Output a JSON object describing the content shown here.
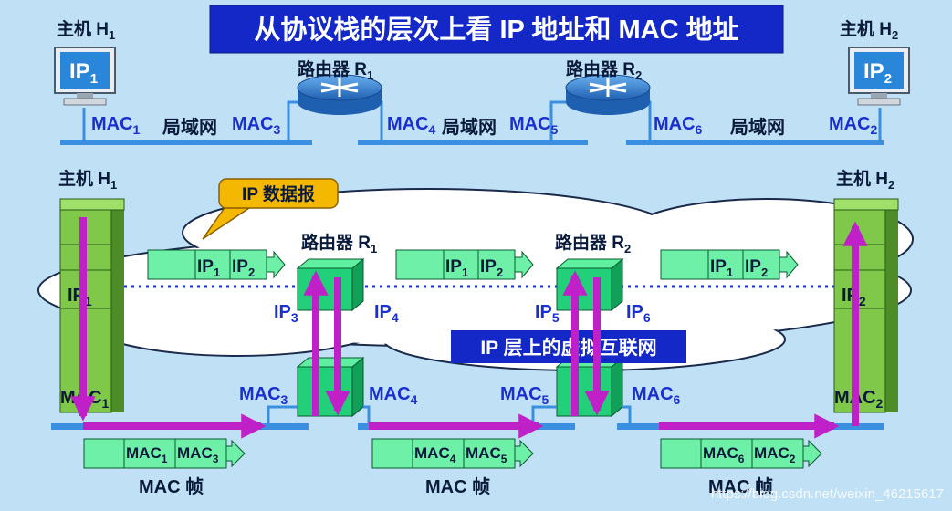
{
  "title": "从协议栈的层次上看 IP 地址和 MAC 地址",
  "top": {
    "host1": {
      "label": "主机 H",
      "sub": "1",
      "screen": "IP",
      "screen_sub": "1"
    },
    "host2": {
      "label": "主机 H",
      "sub": "2",
      "screen": "IP",
      "screen_sub": "2"
    },
    "router1": {
      "label": "路由器 R",
      "sub": "1"
    },
    "router2": {
      "label": "路由器 R",
      "sub": "2"
    },
    "mac": [
      {
        "text": "MAC",
        "sub": "1"
      },
      {
        "text": "MAC",
        "sub": "3"
      },
      {
        "text": "MAC",
        "sub": "4"
      },
      {
        "text": "MAC",
        "sub": "5"
      },
      {
        "text": "MAC",
        "sub": "6"
      },
      {
        "text": "MAC",
        "sub": "2"
      }
    ],
    "lan": [
      "局域网",
      "局域网",
      "局域网"
    ]
  },
  "bottom": {
    "host1": {
      "label": "主机 H",
      "sub": "1"
    },
    "host2": {
      "label": "主机 H",
      "sub": "2"
    },
    "router1": {
      "label": "路由器 R",
      "sub": "1"
    },
    "router2": {
      "label": "路由器 R",
      "sub": "2"
    },
    "callout": "IP 数据报",
    "virtual_net": "IP 层上的虚拟互联网",
    "ip_labels": [
      {
        "text": "IP",
        "sub": "1"
      },
      {
        "text": "IP",
        "sub": "3"
      },
      {
        "text": "IP",
        "sub": "4"
      },
      {
        "text": "IP",
        "sub": "5"
      },
      {
        "text": "IP",
        "sub": "6"
      },
      {
        "text": "IP",
        "sub": "2"
      }
    ],
    "mac_labels": [
      {
        "text": "MAC",
        "sub": "1"
      },
      {
        "text": "MAC",
        "sub": "3"
      },
      {
        "text": "MAC",
        "sub": "4"
      },
      {
        "text": "MAC",
        "sub": "5"
      },
      {
        "text": "MAC",
        "sub": "6"
      },
      {
        "text": "MAC",
        "sub": "2"
      }
    ],
    "ip_datagrams": [
      {
        "src": "IP",
        "src_sub": "1",
        "dst": "IP",
        "dst_sub": "2"
      },
      {
        "src": "IP",
        "src_sub": "1",
        "dst": "IP",
        "dst_sub": "2"
      },
      {
        "src": "IP",
        "src_sub": "1",
        "dst": "IP",
        "dst_sub": "2"
      }
    ],
    "mac_frames": [
      {
        "src": "MAC",
        "src_sub": "1",
        "dst": "MAC",
        "dst_sub": "3",
        "caption": "MAC 帧"
      },
      {
        "src": "MAC",
        "src_sub": "4",
        "dst": "MAC",
        "dst_sub": "5",
        "caption": "MAC 帧"
      },
      {
        "src": "MAC",
        "src_sub": "6",
        "dst": "MAC",
        "dst_sub": "2",
        "caption": "MAC 帧"
      }
    ]
  },
  "watermark": "https://blog.csdn.net/weixin_46215617",
  "colors": {
    "background": "#bfe0f5",
    "title_bg": "#1428c8",
    "line": "#3b8fe0",
    "arrow": "#c020c8",
    "box_green": "#7fc84a",
    "router_green": "#22d07a",
    "packet": "#6ef0a8"
  }
}
